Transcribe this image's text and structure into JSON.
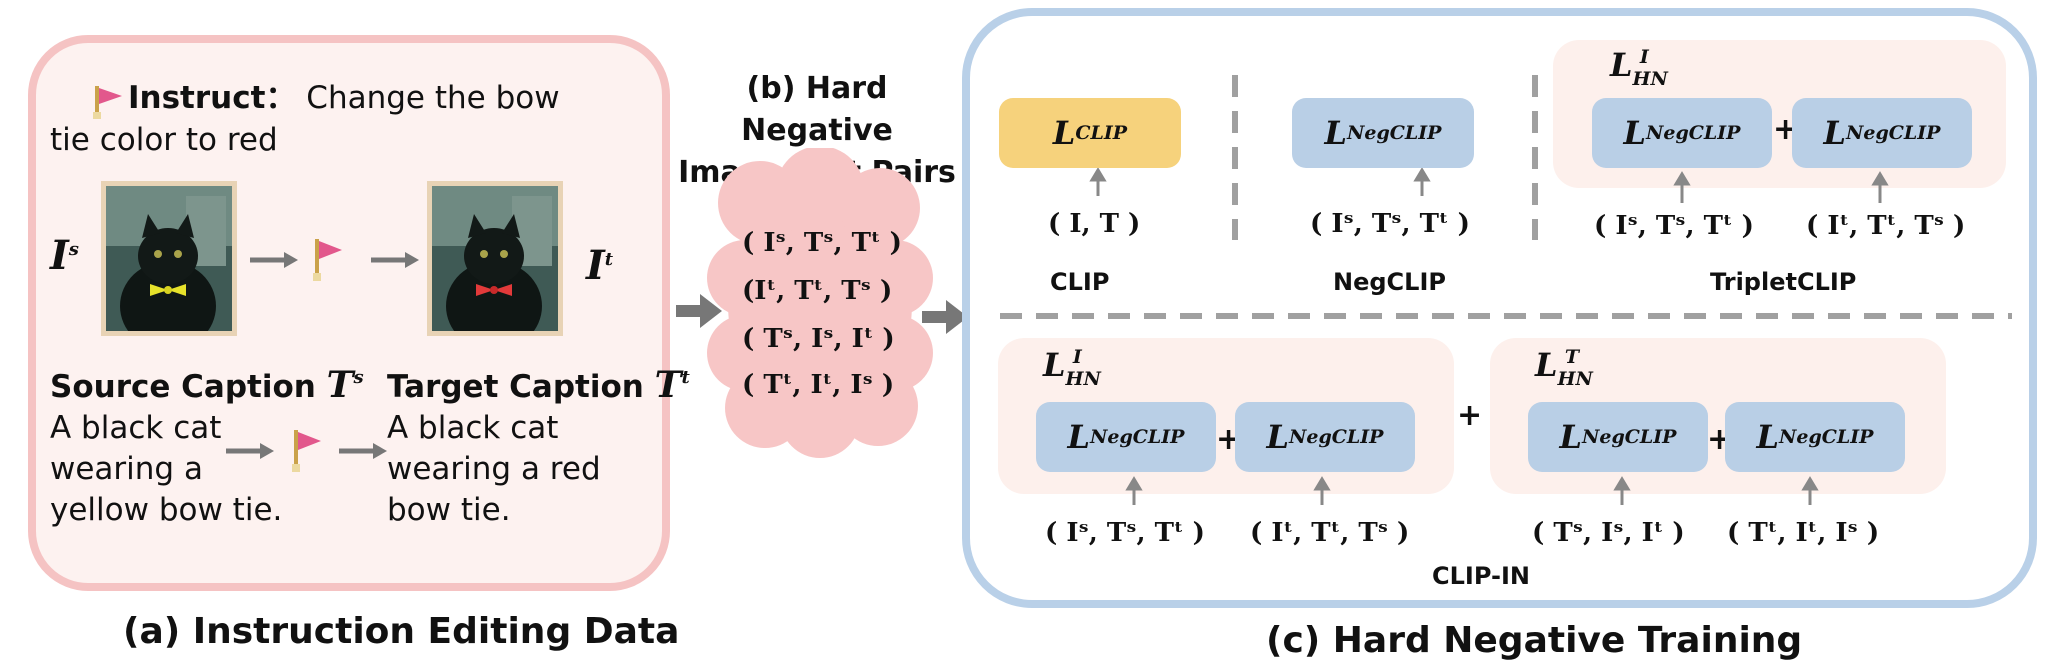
{
  "panel_a": {
    "instruct_label": "Instruct：",
    "instruct_text_1": "Change the bow",
    "instruct_text_2": "tie color to red",
    "source_image_symbol": "I",
    "source_image_sup": "s",
    "target_image_symbol": "I",
    "target_image_sup": "t",
    "source_caption_label": "Source Caption ",
    "source_caption_symbol": "T",
    "source_caption_sup": "s",
    "target_caption_label": "Target Caption ",
    "target_caption_symbol": "T",
    "target_caption_sup": "t",
    "source_caption_lines": [
      "A black cat",
      "wearing a",
      "yellow bow tie."
    ],
    "target_caption_lines": [
      "A black cat",
      "wearing a red",
      "bow tie."
    ],
    "caption": "(a) Instruction Editing Data",
    "icons": [
      "flag-icon",
      "photo-black-cat-yellow-bow-tie",
      "photo-black-cat-red-bow-tie"
    ]
  },
  "panel_b": {
    "title_line1": "(b) Hard Negative",
    "title_line2": "Image-Text Pairs",
    "triplets": [
      "( Iˢ,  Tˢ, Tᵗ )",
      "(Iᵗ,  Tᵗ, Tˢ )",
      "( Tˢ,  Iˢ, Iᵗ )",
      "( Tᵗ,  Iᵗ, Iˢ )"
    ],
    "colors": {
      "cloud": "#f7c6c6"
    }
  },
  "panel_c": {
    "caption": "(c) Hard Negative Training",
    "clip": {
      "loss": "L",
      "loss_sub": "CLIP",
      "triplet": "( I,  T )",
      "label": "CLIP"
    },
    "negclip": {
      "loss": "L",
      "loss_sub": "NegCLIP",
      "triplet": "( Iˢ,  Tˢ, Tᵗ )",
      "label": "NegCLIP"
    },
    "tripletclip": {
      "hn": "L",
      "hn_sub": "HN",
      "hn_sup": "I",
      "loss_left": "L",
      "loss_left_sub": "NegCLIP",
      "plus": "+",
      "loss_right": "L",
      "loss_right_sub": "NegCLIP",
      "triplet_left": "( Iˢ,  Tˢ, Tᵗ )",
      "triplet_right": "( Iᵗ,  Tᵗ, Tˢ )",
      "label": "TripletCLIP"
    },
    "clipin": {
      "hn_img": "L",
      "hn_img_sub": "HN",
      "hn_img_sup": "I",
      "hn_txt": "L",
      "hn_txt_sub": "HN",
      "hn_txt_sup": "T",
      "loss": "L",
      "loss_sub": "NegCLIP",
      "plus_inner": "+",
      "plus_outer": "+",
      "triplets": [
        "( Iˢ,  Tˢ, Tᵗ )",
        "( Iᵗ,  Tᵗ, Tˢ )",
        "( Tˢ,  Iˢ, Iᵗ )",
        "( Tᵗ,  Iᵗ, Iˢ )"
      ],
      "label": "CLIP-IN"
    },
    "colors": {
      "negclip_box": "#b9cfe6",
      "clip_box": "#f6d27c",
      "border": "#b9d0e8"
    }
  }
}
